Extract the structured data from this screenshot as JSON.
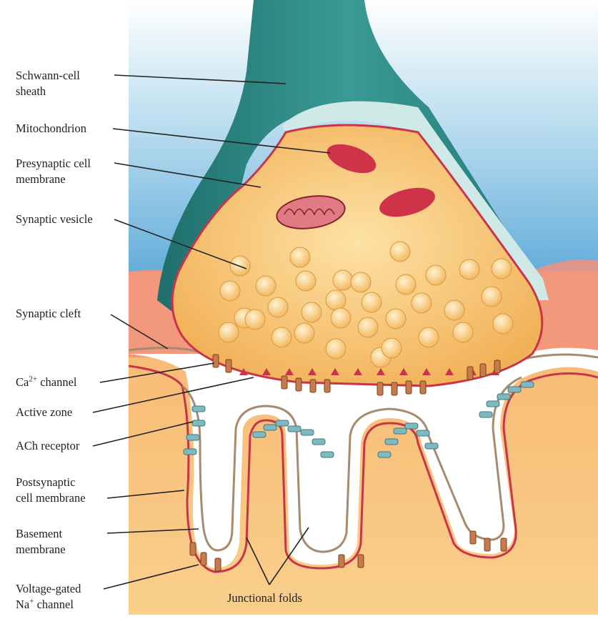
{
  "labels": {
    "schwann_l1": "Schwann-cell",
    "schwann_l2": "sheath",
    "mitochondrion": "Mitochondrion",
    "presyn_l1": "Presynaptic cell",
    "presyn_l2": "membrane",
    "vesicle": "Synaptic vesicle",
    "cleft": "Synaptic cleft",
    "ca_pre": "Ca",
    "ca_sup": "2+",
    "ca_post": " channel",
    "active_zone": "Active zone",
    "ach": "ACh receptor",
    "postsyn_l1": "Postsynaptic",
    "postsyn_l2": "cell membrane",
    "basement_l1": "Basement",
    "basement_l2": "membrane",
    "vg_l1": "Voltage-gated",
    "vg_na": "Na",
    "vg_sup": "+",
    "vg_post": " channel",
    "junctional": "Junctional folds"
  },
  "colors": {
    "sky_top": "#ffffff",
    "sky_bottom": "#6db3dc",
    "muscle": "#f7c27a",
    "muscle_pink": "#f29b86",
    "schwann": "#2f8a86",
    "schwann_light": "#bfe3e0",
    "terminal": "#f6c06a",
    "membrane": "#c8344a",
    "vesicle": "#fbcf7a",
    "mito": "#cf3347",
    "basement": "#a88a6e",
    "receptor": "#7fb9c0",
    "na_channel": "#c77a4a"
  }
}
